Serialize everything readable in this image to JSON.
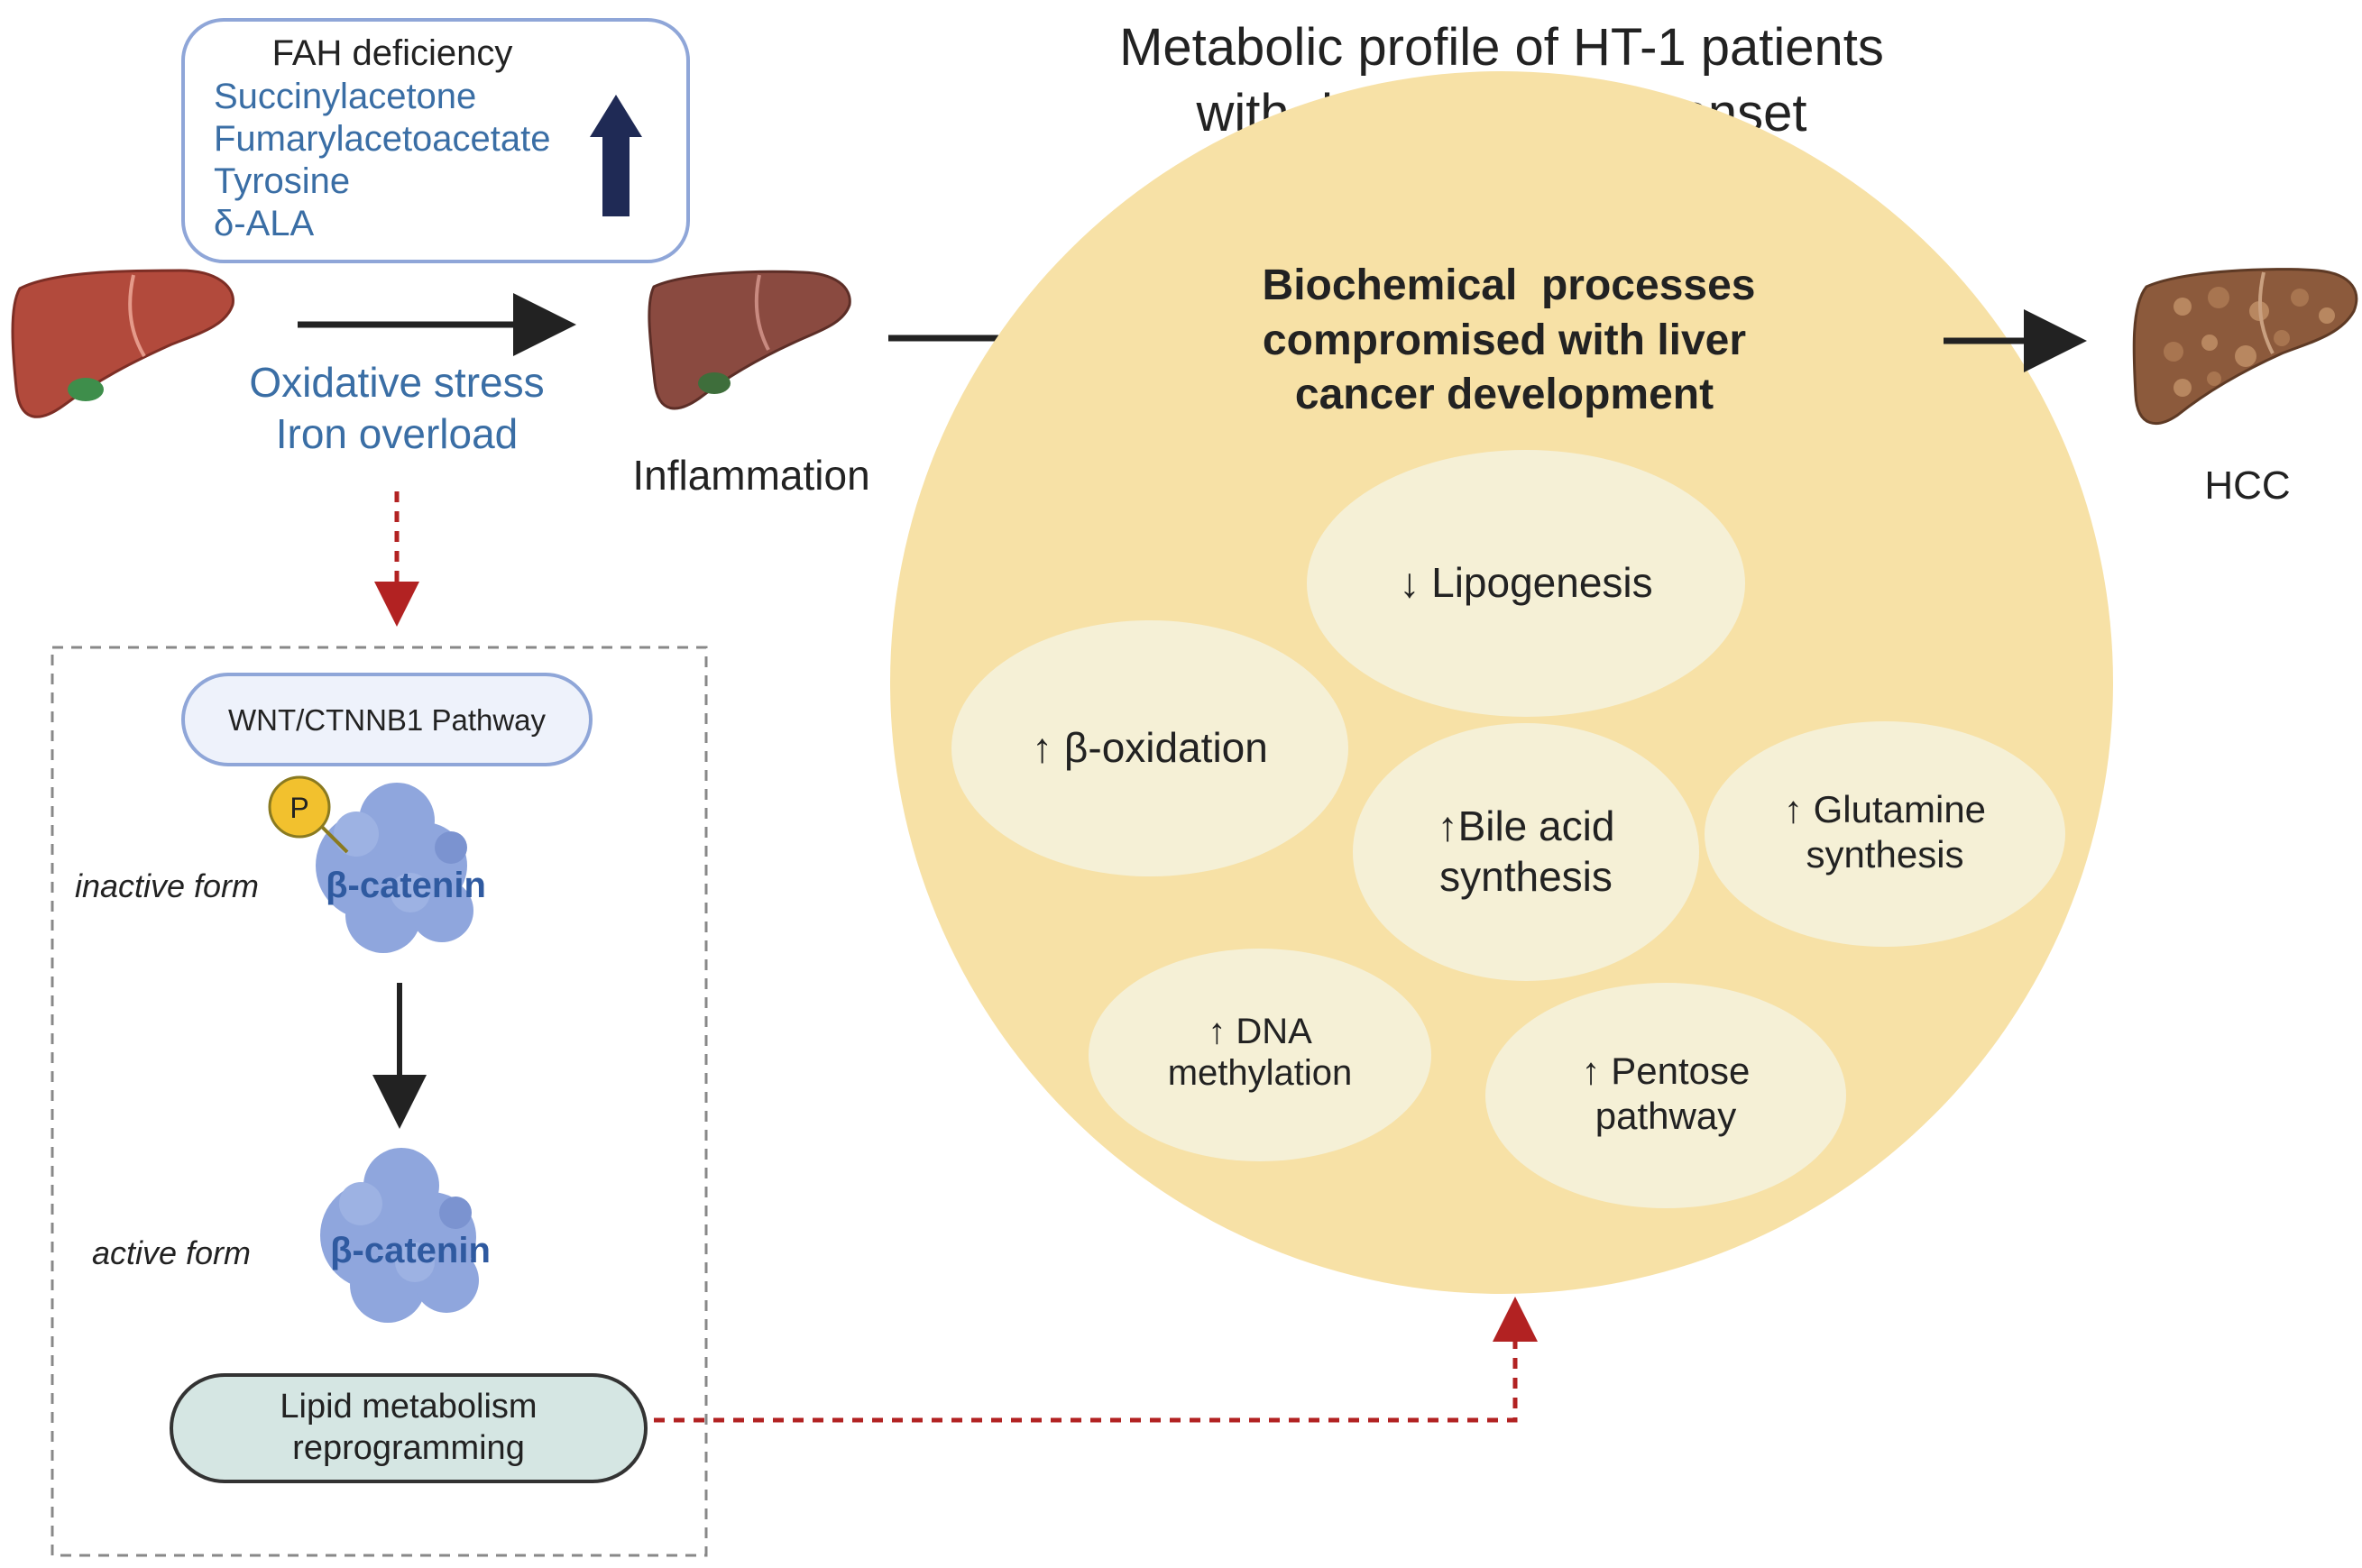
{
  "title_lines": [
    "Metabolic profile of HT-1 patients",
    "with delay treatment onset"
  ],
  "fah_box": {
    "heading": "FAH deficiency",
    "items": [
      "Succinylacetone",
      "Fumarylacetoacetate",
      "Tyrosine",
      "δ-ALA"
    ],
    "indicator": "up-arrow-icon"
  },
  "stress_labels": [
    "Oxidative stress",
    "Iron overload"
  ],
  "inflammation_label": "Inflammation",
  "hcc_label": "HCC",
  "circle": {
    "title_lines": [
      "Biochemical  processes",
      "compromised with liver",
      "cancer development"
    ],
    "processes": [
      {
        "id": "lipogenesis",
        "lines": [
          "↓ Lipogenesis"
        ]
      },
      {
        "id": "beta-oxidation",
        "lines": [
          "↑ β-oxidation"
        ]
      },
      {
        "id": "bile-acid",
        "lines": [
          "↑Bile acid",
          "synthesis"
        ]
      },
      {
        "id": "glutamine",
        "lines": [
          "↑ Glutamine",
          "synthesis"
        ]
      },
      {
        "id": "dna-methylation",
        "lines": [
          "↑ DNA",
          "methylation"
        ]
      },
      {
        "id": "pentose",
        "lines": [
          "↑ Pentose",
          "pathway"
        ]
      }
    ]
  },
  "pathway": {
    "header": "WNT/CTNNB1 Pathway",
    "phospho_label": "P",
    "inactive_label": "inactive form",
    "active_label": "active form",
    "protein_label": "β-catenin",
    "lipid_lines": [
      "Lipid metabolism",
      "reprogramming"
    ]
  },
  "colors": {
    "blue_text": "#3a6ea5",
    "navy_arrow": "#1f2a55",
    "circle_fill": "#f7e1a6",
    "ellipse_fill": "#f5f0d6",
    "dashed_red": "#b22222",
    "protein_fill": "#8fa6dd",
    "phospho_fill": "#f2c12e",
    "lipid_fill": "#d5e6e3",
    "liver_fill": "#b24a3c",
    "liver2_fill": "#8a4a40",
    "hcc_fill": "#8c5a3c"
  }
}
